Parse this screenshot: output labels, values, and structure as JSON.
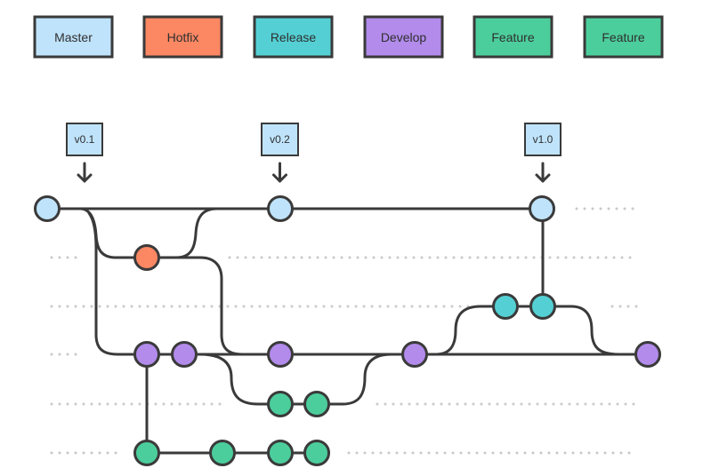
{
  "legend": [
    {
      "label": "Master",
      "color": "#BFE3FB"
    },
    {
      "label": "Hotfix",
      "color": "#FB8763"
    },
    {
      "label": "Release",
      "color": "#54D0D4"
    },
    {
      "label": "Develop",
      "color": "#B28BEB"
    },
    {
      "label": "Feature",
      "color": "#4CCE9C"
    },
    {
      "label": "Feature",
      "color": "#4CCE9C"
    }
  ],
  "tags": [
    {
      "label": "v0.1",
      "color": "#BFE3FB"
    },
    {
      "label": "v0.2",
      "color": "#BFE3FB"
    },
    {
      "label": "v1.0",
      "color": "#BFE3FB"
    }
  ],
  "colors": {
    "stroke": "#3a3a3a",
    "dots": "#c9c9c9",
    "master": "#BFE3FB",
    "hotfix": "#FB8763",
    "release": "#54D0D4",
    "develop": "#B28BEB",
    "feature": "#4CCE9C"
  }
}
